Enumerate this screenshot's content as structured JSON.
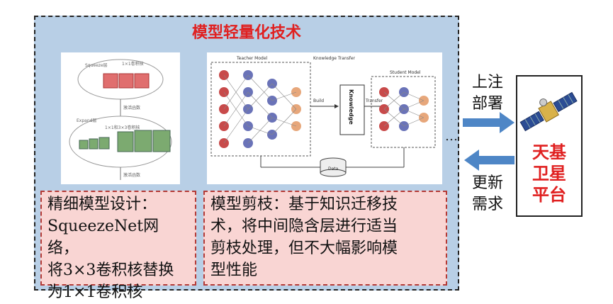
{
  "title": "模型轻量化技术",
  "squeezenet_fig": {
    "labels": [
      "Squeeze层",
      "1×1卷积核",
      "激活函数",
      "Expand层",
      "1×1和3×3卷积核",
      "激活函数"
    ]
  },
  "distill_fig": {
    "teacher": "Teacher Model",
    "transfer": "Knowledge Transfer",
    "student": "Student Model",
    "build": "Build",
    "knowledge": "Knowledge",
    "transfer_arrow": "Transfer",
    "data": "Data"
  },
  "captions": {
    "left": [
      "精细模型设计：",
      "SqueezeNet网络，",
      "将3×3卷积核替换",
      "为1×1卷积核"
    ],
    "right": [
      "模型剪枝：基于知识迁移技",
      "术，将中间隐含层进行适当",
      "剪枝处理，但不大幅影响模",
      "型性能"
    ]
  },
  "ellipsis": "…",
  "arrows": {
    "up_label": [
      "上注",
      "部署"
    ],
    "down_label": [
      "更新",
      "需求"
    ]
  },
  "platform": {
    "label": [
      "天基",
      "卫星",
      "平台"
    ]
  },
  "colors": {
    "title": "#e02020",
    "panel": "#b8cfe6",
    "caption_bg": "#f9d5d3",
    "arrow": "#4e86c6"
  }
}
